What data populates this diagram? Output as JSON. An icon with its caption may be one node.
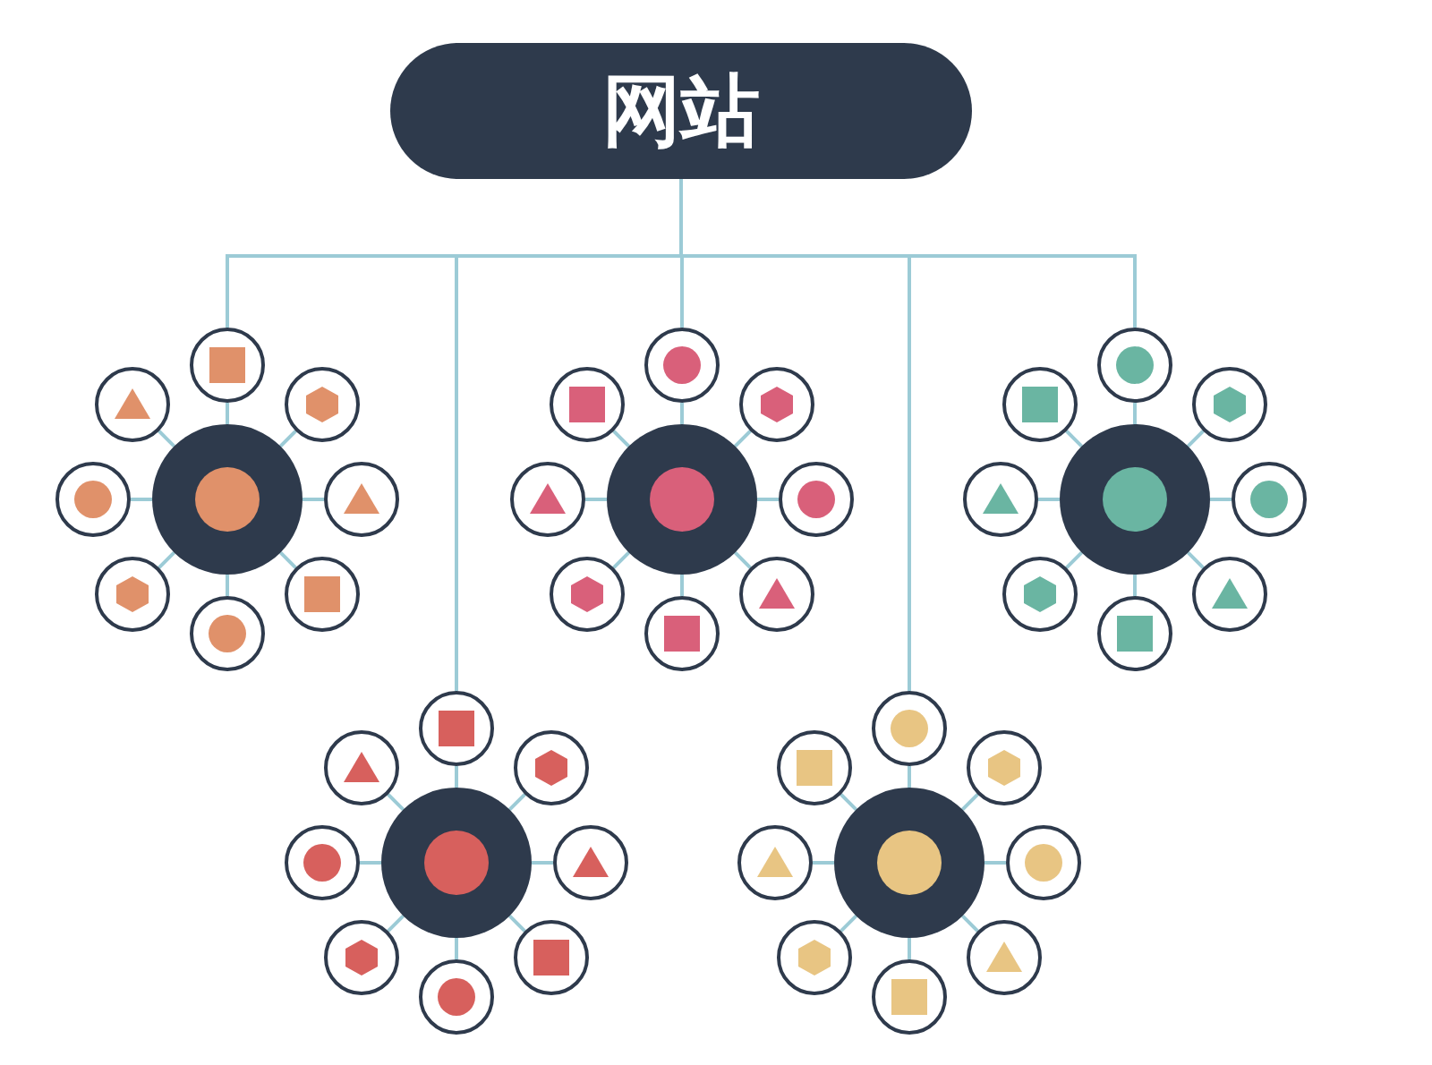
{
  "diagram": {
    "nodes": [
      {
        "text": [
          "网站"
        ]
      },
      {
        "text": [],
        "shape": "circle"
      },
      {
        "text": [],
        "shape": "circle"
      },
      {
        "text": [],
        "shape": "circle"
      },
      {
        "text": [],
        "shape": "circle"
      },
      {
        "text": [],
        "shape": "circle"
      },
      {
        "text": [],
        "shape": "circle"
      },
      {
        "text": [],
        "shape": "circle"
      },
      {
        "text": [],
        "shape": "circle"
      },
      {
        "text": [],
        "shape": "circle"
      },
      {
        "text": [],
        "shape": "circle"
      },
      {
        "text": [],
        "shape": "circle"
      },
      {
        "text": [],
        "shape": "circle"
      },
      {
        "text": [],
        "shape": "circle"
      },
      {
        "text": [],
        "shape": "circle"
      },
      {
        "text": [],
        "shape": "circle"
      },
      {
        "text": [],
        "shape": "circle"
      },
      {
        "text": [],
        "shape": "circle"
      },
      {
        "text": [],
        "shape": "circle"
      },
      {
        "text": [],
        "shape": "circle"
      },
      {
        "text": [],
        "shape": "circle"
      },
      {
        "text": [],
        "shape": "circle"
      },
      {
        "text": [],
        "shape": "circle"
      },
      {
        "text": [],
        "shape": "circle"
      },
      {
        "text": [],
        "shape": "circle"
      },
      {
        "text": [],
        "shape": "circle"
      },
      {
        "text": [],
        "shape": "circle"
      },
      {
        "text": [],
        "shape": "circle"
      },
      {
        "text": [],
        "shape": "circle"
      },
      {
        "text": [],
        "shape": "circle"
      },
      {
        "text": [],
        "shape": "circle"
      },
      {
        "text": [],
        "shape": "circle"
      },
      {
        "text": [],
        "shape": "circle"
      },
      {
        "text": [],
        "shape": "circle"
      },
      {
        "text": [],
        "shape": "circle"
      },
      {
        "text": [],
        "shape": "circle"
      },
      {
        "text": [],
        "shape": "circle"
      },
      {
        "text": [],
        "shape": "circle"
      },
      {
        "text": [],
        "shape": "circle"
      },
      {
        "text": [],
        "shape": "circle"
      },
      {
        "text": [],
        "shape": "circle"
      },
      {
        "text": [],
        "shape": "circle"
      },
      {
        "text": [],
        "shape": "circle"
      },
      {
        "text": [],
        "shape": "circle"
      },
      {
        "text": [],
        "shape": "circle"
      },
      {
        "text": [],
        "shape": "circle"
      }
    ],
    "edges": [
      {
        "from": 0,
        "to": 2,
        "arrow": "none"
      },
      {
        "from": 0,
        "to": 11,
        "arrow": "none"
      },
      {
        "from": 0,
        "to": 20,
        "arrow": "none"
      },
      {
        "from": 0,
        "to": 29,
        "arrow": "none"
      },
      {
        "from": 0,
        "to": 38,
        "arrow": "none"
      },
      {
        "from": 1,
        "to": 2,
        "arrow": "none"
      },
      {
        "from": 1,
        "to": 3,
        "arrow": "none"
      },
      {
        "from": 1,
        "to": 4,
        "arrow": "none"
      },
      {
        "from": 1,
        "to": 5,
        "arrow": "none"
      },
      {
        "from": 1,
        "to": 6,
        "arrow": "none"
      },
      {
        "from": 1,
        "to": 7,
        "arrow": "none"
      },
      {
        "from": 1,
        "to": 8,
        "arrow": "none"
      },
      {
        "from": 1,
        "to": 9,
        "arrow": "none"
      },
      {
        "from": 10,
        "to": 11,
        "arrow": "none"
      },
      {
        "from": 10,
        "to": 12,
        "arrow": "none"
      },
      {
        "from": 10,
        "to": 13,
        "arrow": "none"
      },
      {
        "from": 10,
        "to": 14,
        "arrow": "none"
      },
      {
        "from": 10,
        "to": 15,
        "arrow": "none"
      },
      {
        "from": 10,
        "to": 16,
        "arrow": "none"
      },
      {
        "from": 10,
        "to": 17,
        "arrow": "none"
      },
      {
        "from": 10,
        "to": 18,
        "arrow": "none"
      },
      {
        "from": 19,
        "to": 20,
        "arrow": "none"
      },
      {
        "from": 19,
        "to": 21,
        "arrow": "none"
      },
      {
        "from": 19,
        "to": 22,
        "arrow": "none"
      },
      {
        "from": 19,
        "to": 23,
        "arrow": "none"
      },
      {
        "from": 19,
        "to": 24,
        "arrow": "none"
      },
      {
        "from": 19,
        "to": 25,
        "arrow": "none"
      },
      {
        "from": 19,
        "to": 26,
        "arrow": "none"
      },
      {
        "from": 19,
        "to": 27,
        "arrow": "none"
      },
      {
        "from": 28,
        "to": 29,
        "arrow": "none"
      },
      {
        "from": 28,
        "to": 30,
        "arrow": "none"
      },
      {
        "from": 28,
        "to": 31,
        "arrow": "none"
      },
      {
        "from": 28,
        "to": 32,
        "arrow": "none"
      },
      {
        "from": 28,
        "to": 33,
        "arrow": "none"
      },
      {
        "from": 28,
        "to": 34,
        "arrow": "none"
      },
      {
        "from": 28,
        "to": 35,
        "arrow": "none"
      },
      {
        "from": 28,
        "to": 36,
        "arrow": "none"
      },
      {
        "from": 37,
        "to": 38,
        "arrow": "none"
      },
      {
        "from": 37,
        "to": 39,
        "arrow": "none"
      },
      {
        "from": 37,
        "to": 40,
        "arrow": "none"
      },
      {
        "from": 37,
        "to": 41,
        "arrow": "none"
      },
      {
        "from": 37,
        "to": 42,
        "arrow": "none"
      },
      {
        "from": 37,
        "to": 43,
        "arrow": "none"
      },
      {
        "from": 37,
        "to": 44,
        "arrow": "none"
      },
      {
        "from": 37,
        "to": 45,
        "arrow": "none"
      }
    ]
  }
}
